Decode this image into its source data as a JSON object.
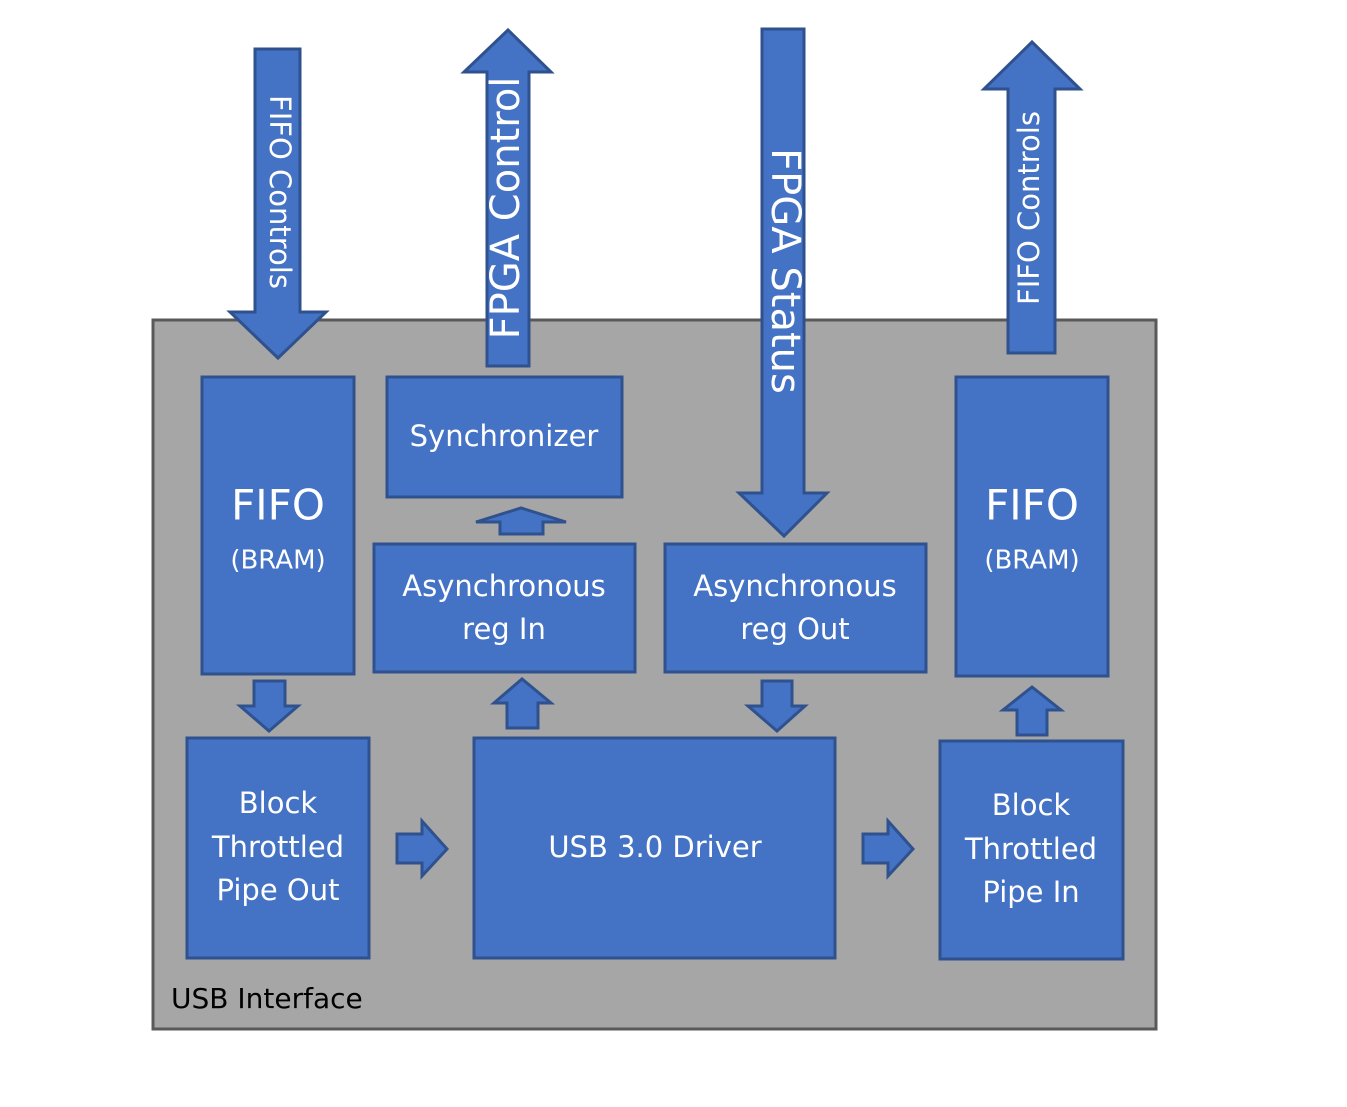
{
  "colors": {
    "block_fill": "#4472C4",
    "block_stroke": "#2F528F",
    "container_fill": "#A6A6A6",
    "container_stroke": "#595959",
    "text_on_block": "#FFFFFF"
  },
  "container": {
    "label": "USB Interface"
  },
  "blocks": {
    "fifo_left": {
      "title": "FIFO",
      "subtitle": "(BRAM)"
    },
    "synchronizer": {
      "label": "Synchronizer"
    },
    "async_reg_in": {
      "line1": "Asynchronous",
      "line2": "reg In"
    },
    "async_reg_out": {
      "line1": "Asynchronous",
      "line2": "reg Out"
    },
    "fifo_right": {
      "title": "FIFO",
      "subtitle": "(BRAM)"
    },
    "pipe_out": {
      "line1": "Block",
      "line2": "Throttled",
      "line3": "Pipe Out"
    },
    "usb_driver": {
      "label": "USB 3.0 Driver"
    },
    "pipe_in": {
      "line1": "Block",
      "line2": "Throttled",
      "line3": "Pipe In"
    }
  },
  "external_arrows": {
    "fifo_controls_in": {
      "label": "FIFO Controls",
      "direction": "down"
    },
    "fpga_control_out": {
      "label": "FPGA Control",
      "direction": "up"
    },
    "fpga_status_in": {
      "label": "FPGA Status",
      "direction": "down"
    },
    "fifo_controls_out": {
      "label": "FIFO Controls",
      "direction": "up"
    }
  }
}
